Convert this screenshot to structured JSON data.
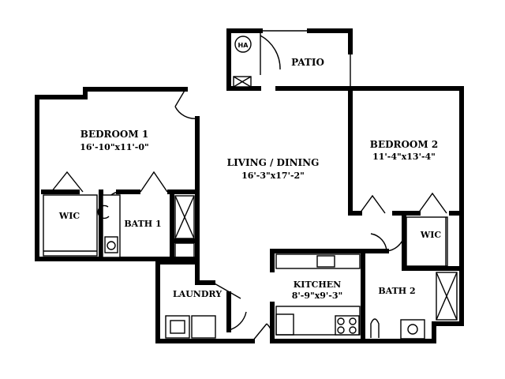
{
  "rooms": {
    "patio": "PATIO",
    "bedroom1": {
      "name": "BEDROOM 1",
      "dims": "16'-10\"x11'-0\""
    },
    "living": {
      "name": "LIVING / DINING",
      "dims": "16'-3\"x17'-2\""
    },
    "bedroom2": {
      "name": "BEDROOM 2",
      "dims": "11'-4\"x13'-4\""
    },
    "wic1": "WIC",
    "bath1": "BATH 1",
    "wic2": "WIC",
    "laundry": "LAUNDRY",
    "kitchen": {
      "name": "KITCHEN",
      "dims": "8'-9\"x9'-3\""
    },
    "bath2": "BATH 2"
  },
  "symbols": {
    "hvac": "HA"
  }
}
